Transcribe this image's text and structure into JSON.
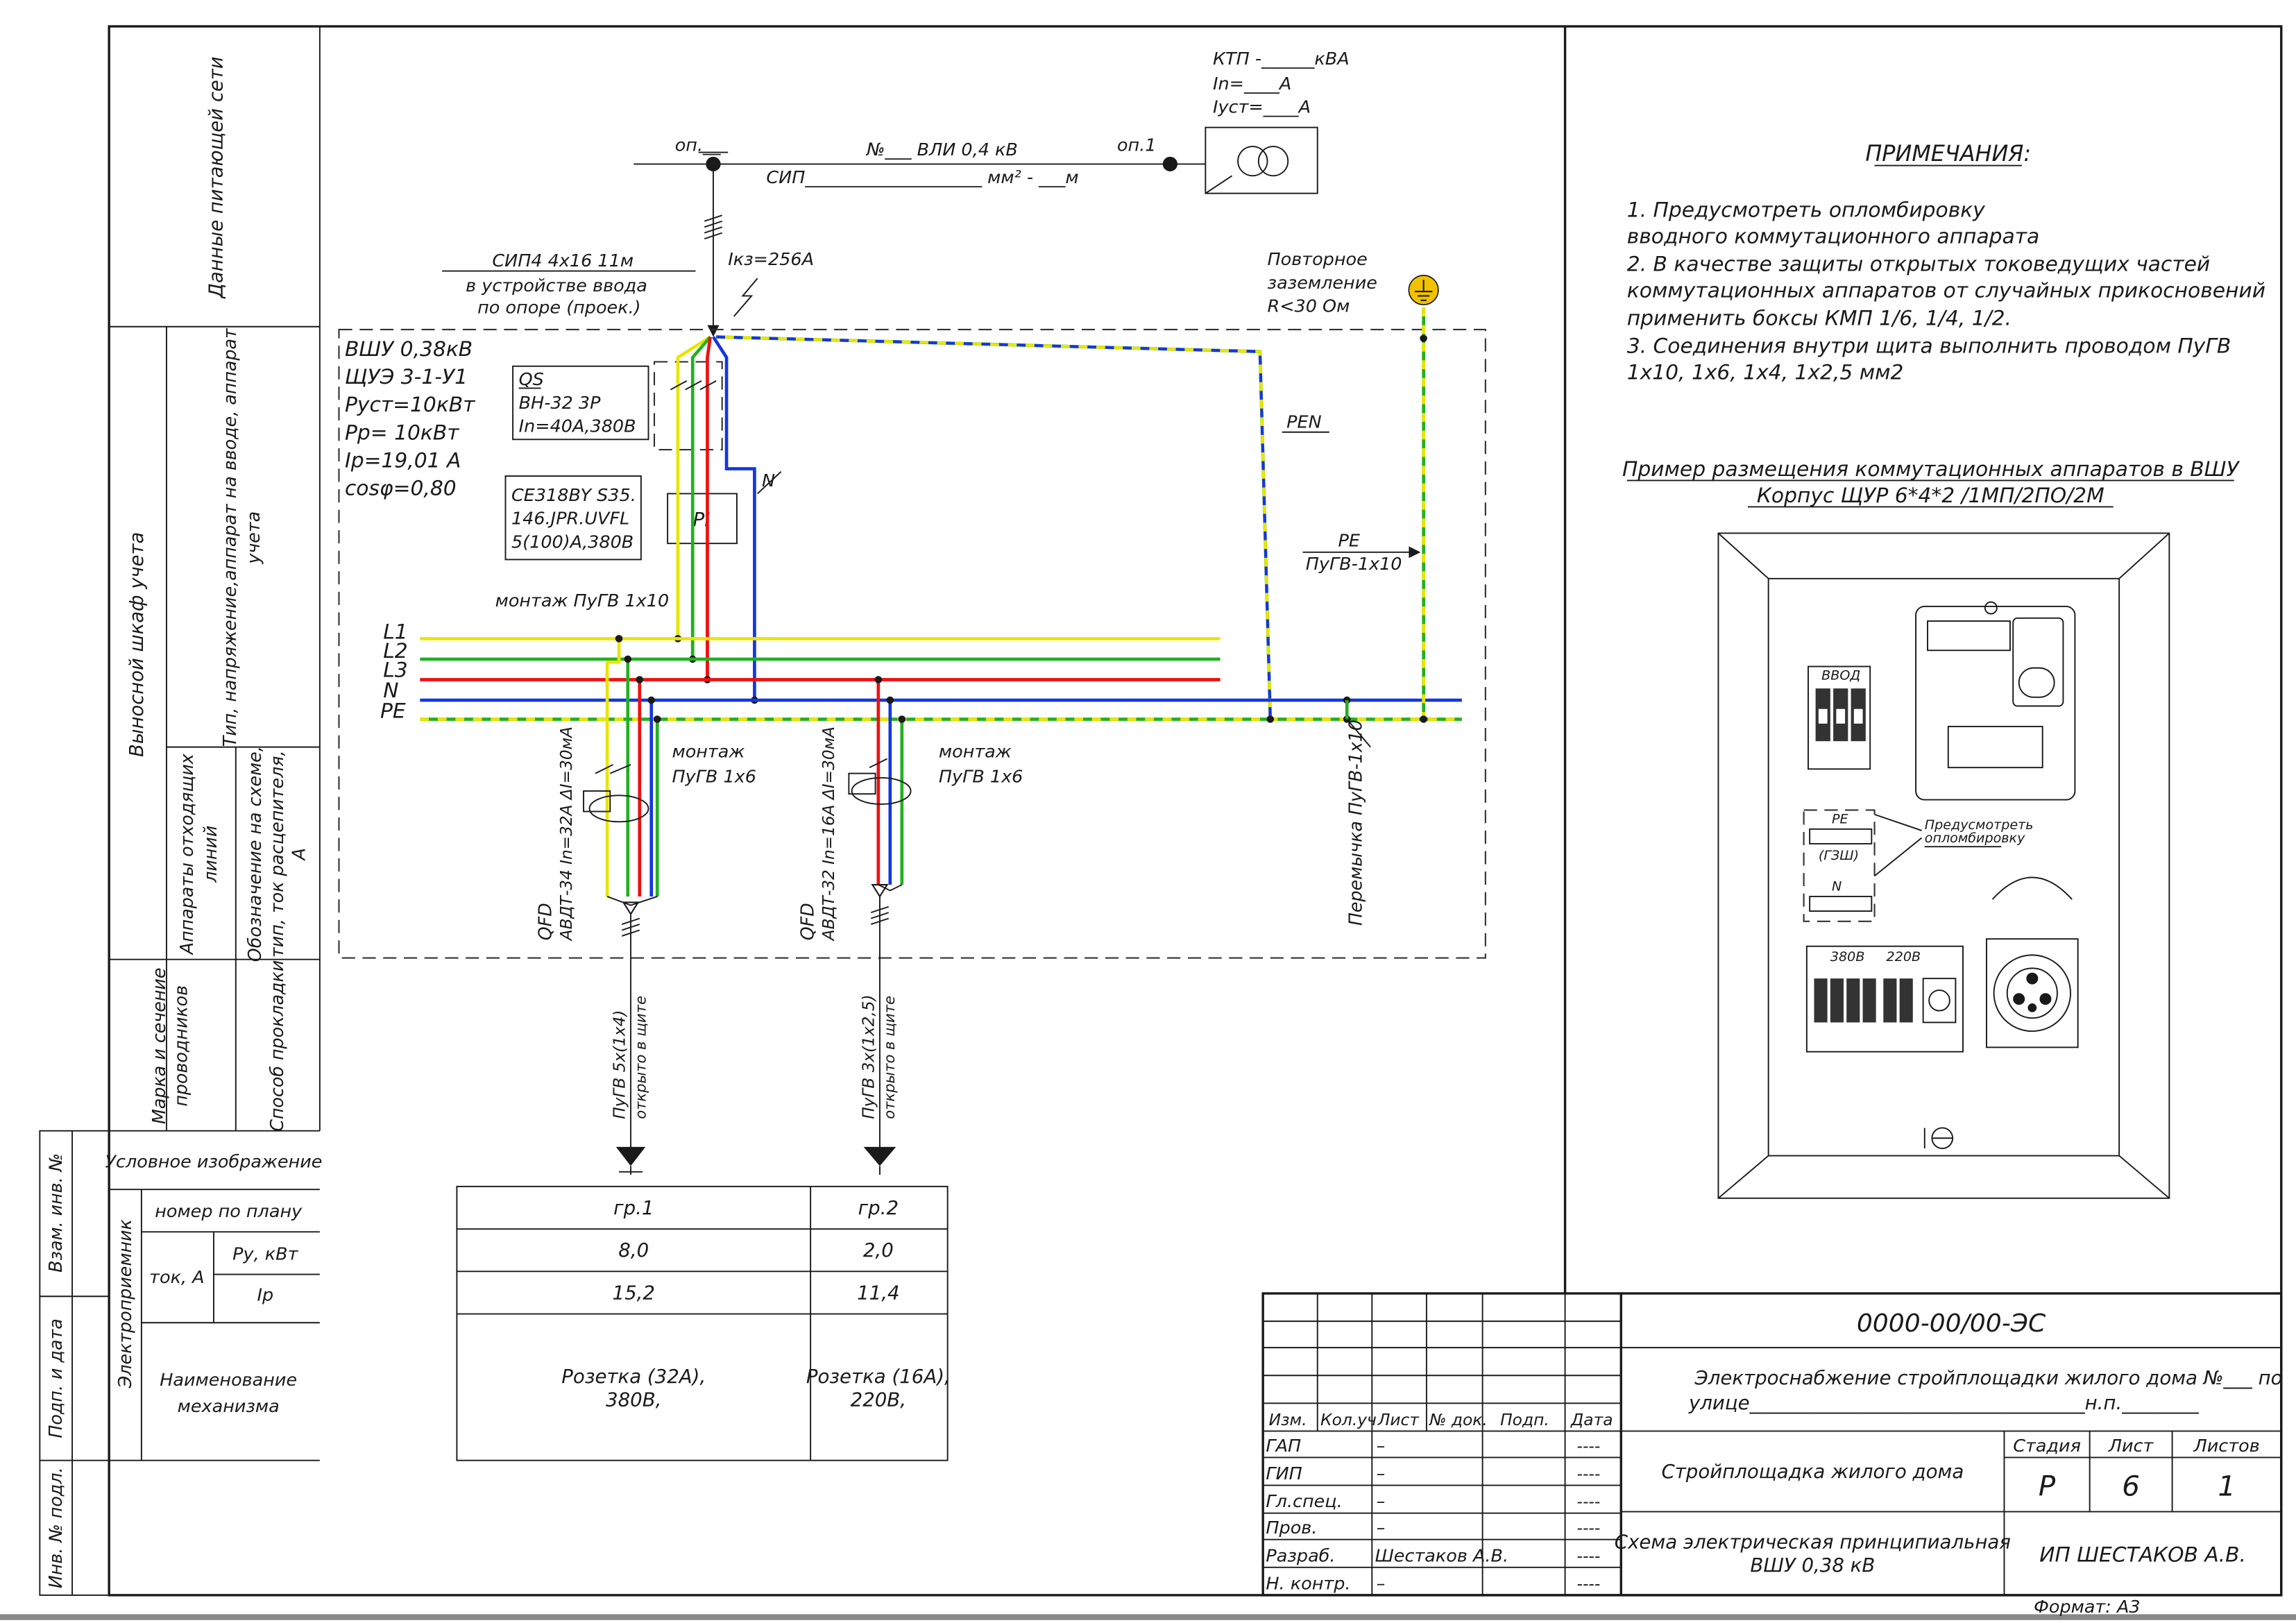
{
  "supply": {
    "ktp_line1": "КТП -______кВА",
    "ktp_line2": "In=____А",
    "ktp_line3": "Iуст=____А",
    "op_left": "оп.__",
    "op_right": "оп.1",
    "vli": "№___ ВЛИ 0,4 кВ",
    "sip": "СИП____________________ мм² - ___м",
    "cable": "СИП4 4х16 11м",
    "cable_note1": "в устройстве ввода",
    "cable_note2": "по опоре (проек.)",
    "ikz": "Iкз=256А",
    "ground1": "Повторное",
    "ground2": "заземление",
    "ground3": "R<30 Ом"
  },
  "cabinet": {
    "spec": [
      "ВШУ 0,38кВ",
      "ЩУЭ 3-1-У1",
      "Руст=10кВт",
      "Рр= 10кВт",
      "Iр=19,01 А",
      "cosφ=0,80"
    ],
    "qs": [
      "QS",
      "ВН-32 3Р",
      "In=40А,380В"
    ],
    "meter": [
      "CE318BY S35.",
      "146.JPR.UVFL",
      "5(100)А,380В"
    ],
    "meter_label": "PI",
    "n_label": "N",
    "pen_label": "PEN",
    "pe_label": "PE",
    "pe_cable": "ПуГВ-1х10",
    "montage_main": "монтаж ПуГВ 1х10",
    "bus": [
      "L1",
      "L2",
      "L3",
      "N",
      "PE"
    ],
    "jumper": "Перемычка ПуГВ-1х10",
    "montage_1": [
      "монтаж",
      "ПуГВ 1х6"
    ],
    "montage_2": [
      "монтаж",
      "ПуГВ 1х6"
    ],
    "qfd_1": [
      "QFD",
      "АВДТ-34 In=32А ΔI=30мА"
    ],
    "qfd_2": [
      "QFD",
      "АВДТ-32 In=16А ΔI=30мА"
    ],
    "out_cable_1": [
      "ПуГВ 5х(1х4)",
      "открыто в щите"
    ],
    "out_cable_2": [
      "ПуГВ 3х(1х2,5)",
      "открыто в щите"
    ]
  },
  "left_strip": {
    "supply_data": "Данные питающей сети",
    "remote_cabinet": "Выносной шкаф учета",
    "type_voltage": [
      "Тип, напряжение,аппарат на вводе, аппарат",
      "учета"
    ],
    "outgoing": [
      "Аппараты отходящих",
      "линий"
    ],
    "designation": [
      "Обозначение на схеме,",
      "тип, ток расцепителя,",
      "А"
    ],
    "conductor": [
      "Марка и сечение",
      "проводников"
    ],
    "laying": "Способ прокладки",
    "symbol": "Условное изображение",
    "receiver": "Электроприемник",
    "plan_no": "номер по плану",
    "py": "Ру, кВт",
    "current": "ток, А",
    "ip": "Iр",
    "mechanism": [
      "Наименование",
      "механизма"
    ]
  },
  "side_stamp": {
    "inv_ref": "Взам. инв. №",
    "sign_date": "Подп. и дата",
    "inv_orig": "Инв. № подл."
  },
  "groups": [
    {
      "name": "гр.1",
      "py": "8,0",
      "ip": "15,2",
      "mech": [
        "Розетка (32А),",
        "380В,"
      ]
    },
    {
      "name": "гр.2",
      "py": "2,0",
      "ip": "11,4",
      "mech": [
        "Розетка (16А),",
        "220В,"
      ]
    }
  ],
  "notes": {
    "title": "ПРИМЕЧАНИЯ:",
    "lines": [
      "1. Предусмотреть опломбировку",
      "вводного коммутационного аппарата",
      "2. В качестве защиты открытых токоведущих частей",
      "коммутационных аппаратов от случайных прикосновений",
      "применить боксы КМП 1/6, 1/4, 1/2.",
      "3. Соединения внутри щита выполнить проводом ПуГВ",
      "1х10, 1х6, 1х4, 1х2,5 мм2"
    ],
    "layout_title": "Пример размещения коммутационных аппаратов в ВШУ",
    "layout_sub": "Корпус ЩУР 6*4*2 /1МП/2ПО/2М"
  },
  "panel": {
    "input_label": "ВВОД",
    "pe_label": "PE",
    "gzsh": "(ГЗШ)",
    "n_label": "N",
    "v380": "380В",
    "v220": "220В",
    "seal_note": [
      "Предусмотреть",
      "опломбировку"
    ]
  },
  "title_block": {
    "code": "0000-00/00-ЭС",
    "project_line1": "Электроснабжение стройплощадки жилого дома №___ по",
    "project_line2": "улице___________________________________н.п.________",
    "headers": [
      "Изм.",
      "Кол.уч",
      "Лист",
      "№ док.",
      "Подп.",
      "Дата"
    ],
    "roles": [
      "ГАП",
      "ГИП",
      "Гл.спец.",
      "Пров.",
      "Разраб.",
      "Н. контр."
    ],
    "dash": "–",
    "date_dash": "----",
    "developer": "Шестаков А.В.",
    "object": "Стройплощадка жилого дома",
    "stage_h": "Стадия",
    "sheet_h": "Лист",
    "sheets_h": "Листов",
    "stage": "Р",
    "sheet": "6",
    "sheets": "1",
    "doc_name1": "Схема электрическая принципиальная",
    "doc_name2": "ВШУ 0,38  кВ",
    "company": "ИП ШЕСТАКОВ А.В.",
    "format": "Формат: А3"
  },
  "colors": {
    "L1": "#e8e600",
    "L2": "#22b022",
    "L3": "#e11111",
    "N": "#1436e0",
    "PE": "#22b022/#e8e600",
    "ground": "#f2c200"
  }
}
